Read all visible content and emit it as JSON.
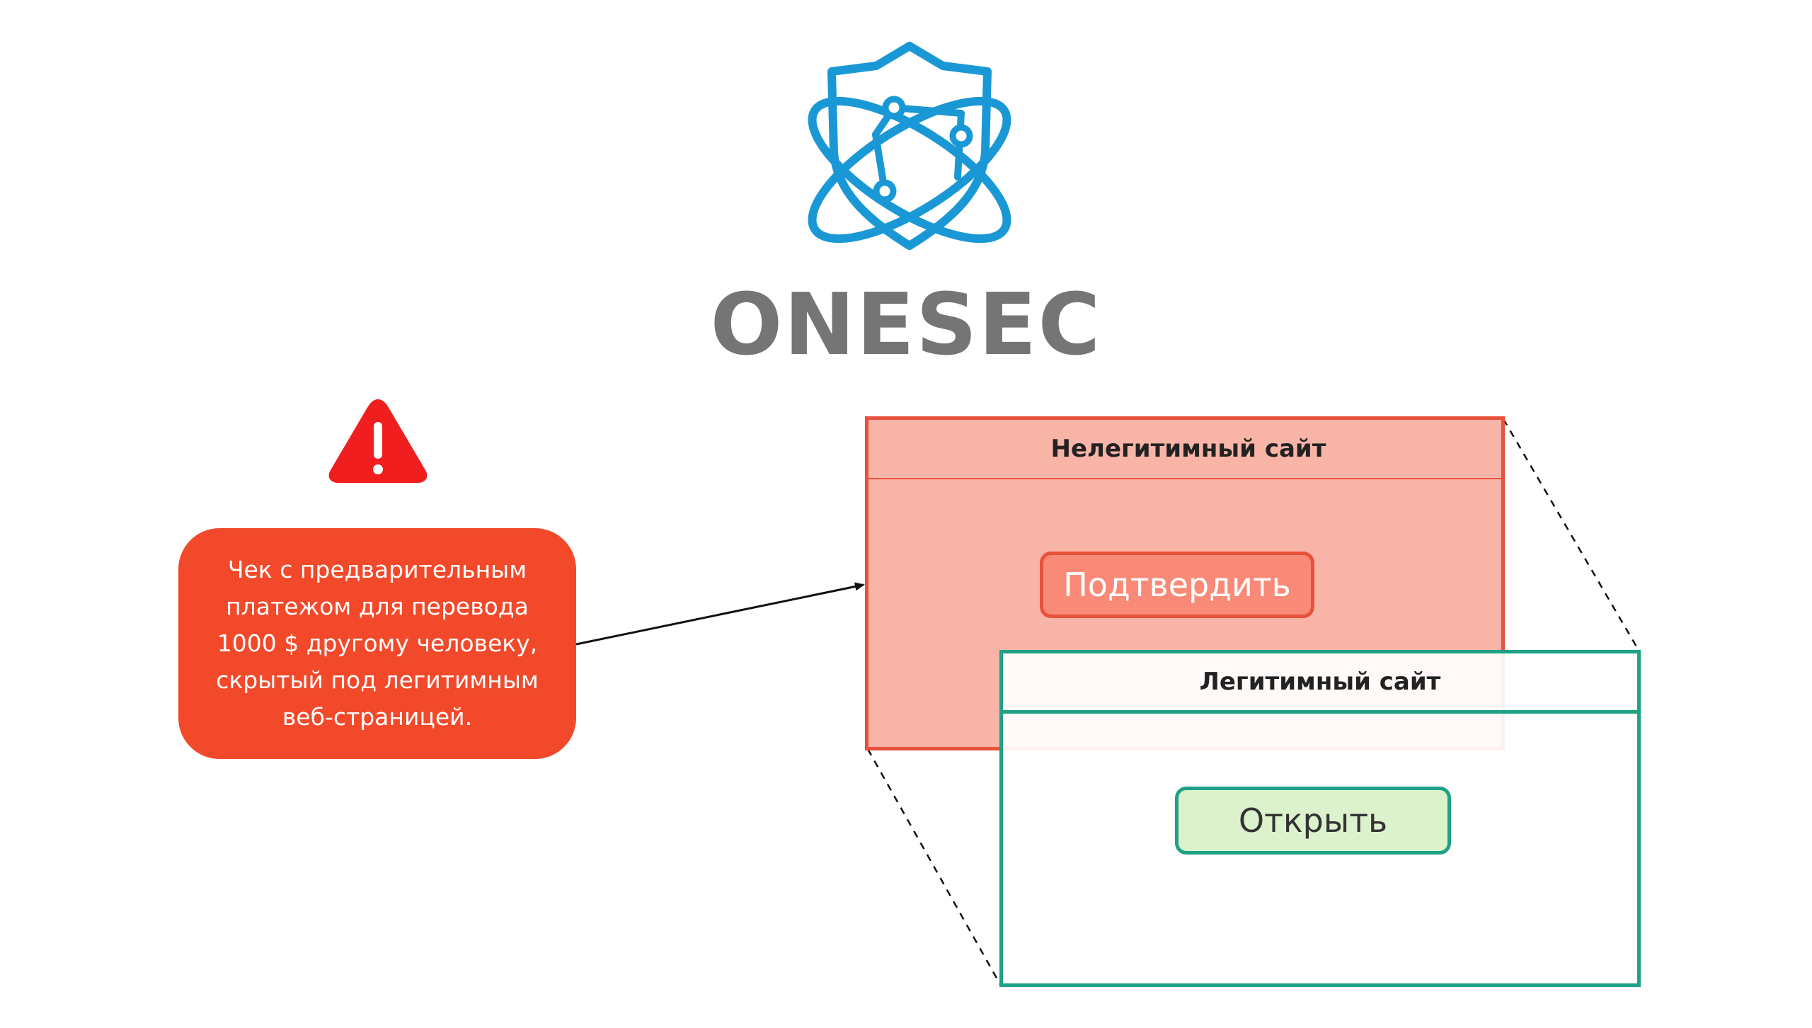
{
  "brand": {
    "name": "ONESEC",
    "color": "#757575",
    "logo_icon": "shield-orbit-circuit-logo",
    "logo_color": "#1a98d6"
  },
  "warning": {
    "icon": "warning-triangle-icon",
    "color": "#f01e1e"
  },
  "callout": {
    "text": "Чек с предварительным\nплатежом для перевода\n1000 $ другому человеку,\nскрытый под легитимным\nвеб-страницей.",
    "color": "#f2492b"
  },
  "fake_site": {
    "title": "Нелегитимный сайт",
    "button_label": "Подтвердить",
    "fill": "#f9b4a8",
    "border": "#e8513b"
  },
  "legit_site": {
    "title": "Легитимный сайт",
    "button_label": "Открыть",
    "border": "#1fa185",
    "button_fill": "#dcf2cc"
  }
}
